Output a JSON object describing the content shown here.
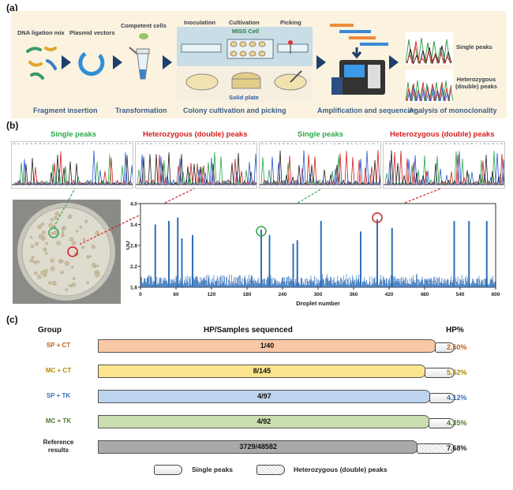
{
  "panel_a": {
    "label": "(a)",
    "dna_mix": "DNA ligation mix",
    "plasmid": "Plasmid vectors",
    "competent": "Competent cells",
    "inoculation": "Inoculation",
    "cultivation": "Cultivation",
    "picking": "Picking",
    "miss_cell": "MISS Cell",
    "solid_plate": "Solid plate",
    "single_peaks": "Single peaks",
    "hetero_peaks": "Heterozygous\n(double) peaks",
    "captions": {
      "fragment": "Fragment insertion",
      "transformation": "Transformation",
      "colony": "Colony cultivation and picking",
      "amplification": "Amplification and sequencing",
      "analysis": "Analysis of monoclonality"
    }
  },
  "panel_b": {
    "label": "(b)",
    "seq_titles": [
      "Single peaks",
      "Heterozygous (double) peaks",
      "Single peaks",
      "Heterozygous (double) peaks"
    ],
    "seq_letters": [
      "G C T G C A A G A A C A G G A A G T A T G A A T A A C A G A A C A G C T",
      "C G A G T T T A T A G G C T A T G T A C A A C G A C T G A G C",
      "G C A G C G G G C T T C A T A T T C G T G C C T C T A T G C T T G",
      "A G G C G C C G T T T A A G G T G C C G A T T G C G C G C T T A"
    ],
    "chart_data": {
      "type": "bar",
      "xlabel": "Droplet number",
      "ylabel": "OD",
      "xlim": [
        0,
        600
      ],
      "ylim": [
        1.6,
        4.0
      ],
      "x_ticks": [
        0,
        60,
        120,
        180,
        240,
        300,
        360,
        420,
        480,
        540,
        600
      ],
      "y_ticks": [
        1.6,
        2.2,
        2.8,
        3.4,
        4.0
      ],
      "baseline_range": [
        1.65,
        2.0
      ],
      "peaks": [
        {
          "x": 25,
          "y": 3.4
        },
        {
          "x": 48,
          "y": 3.5
        },
        {
          "x": 63,
          "y": 3.6
        },
        {
          "x": 70,
          "y": 3.0
        },
        {
          "x": 88,
          "y": 3.1
        },
        {
          "x": 204,
          "y": 3.25
        },
        {
          "x": 218,
          "y": 3.1
        },
        {
          "x": 258,
          "y": 2.85
        },
        {
          "x": 265,
          "y": 2.95
        },
        {
          "x": 305,
          "y": 3.5
        },
        {
          "x": 372,
          "y": 3.2
        },
        {
          "x": 400,
          "y": 3.55
        },
        {
          "x": 425,
          "y": 3.3
        },
        {
          "x": 530,
          "y": 3.5
        },
        {
          "x": 555,
          "y": 3.5
        },
        {
          "x": 585,
          "y": 3.5
        }
      ]
    }
  },
  "panel_c": {
    "label": "(c)",
    "header_group": "Group",
    "header_middle": "HP/Samples sequenced",
    "header_pct": "HP%",
    "rows": [
      {
        "group": "SP + CT",
        "label": "1/40",
        "pct": "2.50%",
        "fill": "#f9c9a6",
        "color": "#c0601a",
        "fraction": 0.975
      },
      {
        "group": "MC + CT",
        "label": "8/145",
        "pct": "5.52%",
        "fill": "#fde58e",
        "color": "#b08a00",
        "fraction": 0.9448
      },
      {
        "group": "SP + TK",
        "label": "4/97",
        "pct": "4.12%",
        "fill": "#bdd4ee",
        "color": "#3d6fb3",
        "fraction": 0.9588
      },
      {
        "group": "MC + TK",
        "label": "4/92",
        "pct": "4.35%",
        "fill": "#c9deb0",
        "color": "#4f7a2c",
        "fraction": 0.9565
      },
      {
        "group": "Reference\nresults",
        "label": "3729/48582",
        "pct": "7.68%",
        "fill": "#a9a9a9",
        "color": "#222222",
        "fraction": 0.9232
      }
    ],
    "legend_single": "Single peaks",
    "legend_hetero": "Heterozygous (double) peaks"
  }
}
